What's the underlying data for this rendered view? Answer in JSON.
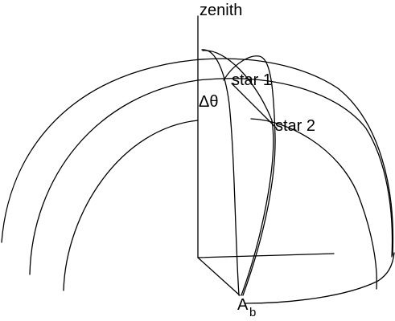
{
  "labels": {
    "zenith": "zenith",
    "star1": "star 1",
    "star2": "star 2",
    "delta_theta": "Δθ",
    "a_main": "A",
    "a_sub": "b"
  }
}
